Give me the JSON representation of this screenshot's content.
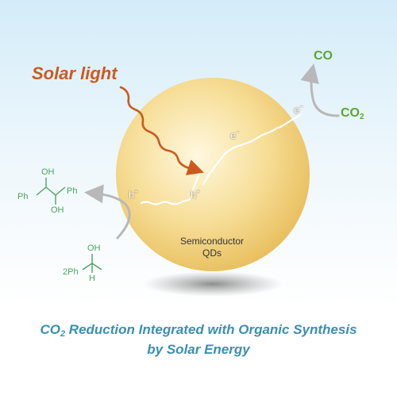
{
  "solar_light": "Solar light",
  "products": {
    "co": "CO",
    "co2_main": "CO",
    "co2_sub": "2"
  },
  "charges": {
    "electron": "e",
    "electron_sup": "−",
    "hole": "h",
    "hole_sup": "+"
  },
  "particle_label": {
    "line1": "Semiconductor",
    "line2": "QDs"
  },
  "molecules": {
    "oh": "OH",
    "ph": "Ph",
    "h": "H",
    "two_ph": "2Ph"
  },
  "title": {
    "line1_a": "CO",
    "line1_sub": "2",
    "line1_b": " Reduction Integrated with Organic Synthesis",
    "line2": "by Solar Energy"
  },
  "colors": {
    "sphere": "#f5d98a",
    "solar": "#cc5a1e",
    "green": "#5aa631",
    "title": "#3a8fb0",
    "arrow": "#b8b8b8",
    "molecule": "#4aa55c"
  }
}
